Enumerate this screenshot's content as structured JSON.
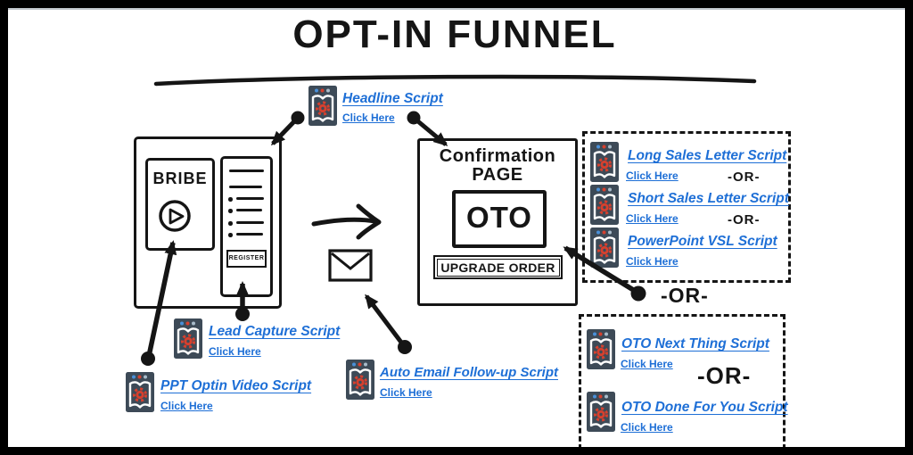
{
  "title": "OPT-IN FUNNEL",
  "colors": {
    "link_blue": "#1e6fd6",
    "icon_bg": "#3d4a57",
    "icon_gear_red": "#d6402e",
    "ink": "#151515"
  },
  "headline_script": {
    "title": "Headline Script",
    "click": "Click Here"
  },
  "optin_page": {
    "bribe_label": "BRIBE",
    "register_label": "REGISTER"
  },
  "confirmation_page": {
    "title_line1": "Confirmation",
    "title_line2": "PAGE",
    "oto_label": "OTO",
    "upgrade_button": "UPGRADE ORDER"
  },
  "lead_capture_script": {
    "title": "Lead Capture Script",
    "click": "Click Here"
  },
  "ppt_optin_script": {
    "title": "PPT Optin Video Script",
    "click": "Click Here"
  },
  "auto_email_script": {
    "title": "Auto Email Follow-up Script",
    "click": "Click Here"
  },
  "sales_scripts_box": {
    "items": [
      {
        "title": "Long Sales Letter Script",
        "click": "Click Here"
      },
      {
        "title": "Short Sales Letter Script",
        "click": "Click Here"
      },
      {
        "title": "PowerPoint VSL Script",
        "click": "Click Here"
      }
    ],
    "or_separator": "-OR-"
  },
  "or_connector": "-OR-",
  "oto_scripts_box": {
    "items": [
      {
        "title": "OTO Next Thing Script",
        "click": "Click Here"
      },
      {
        "title": "OTO Done For You Script",
        "click": "Click Here"
      }
    ],
    "or_separator": "-OR-"
  }
}
